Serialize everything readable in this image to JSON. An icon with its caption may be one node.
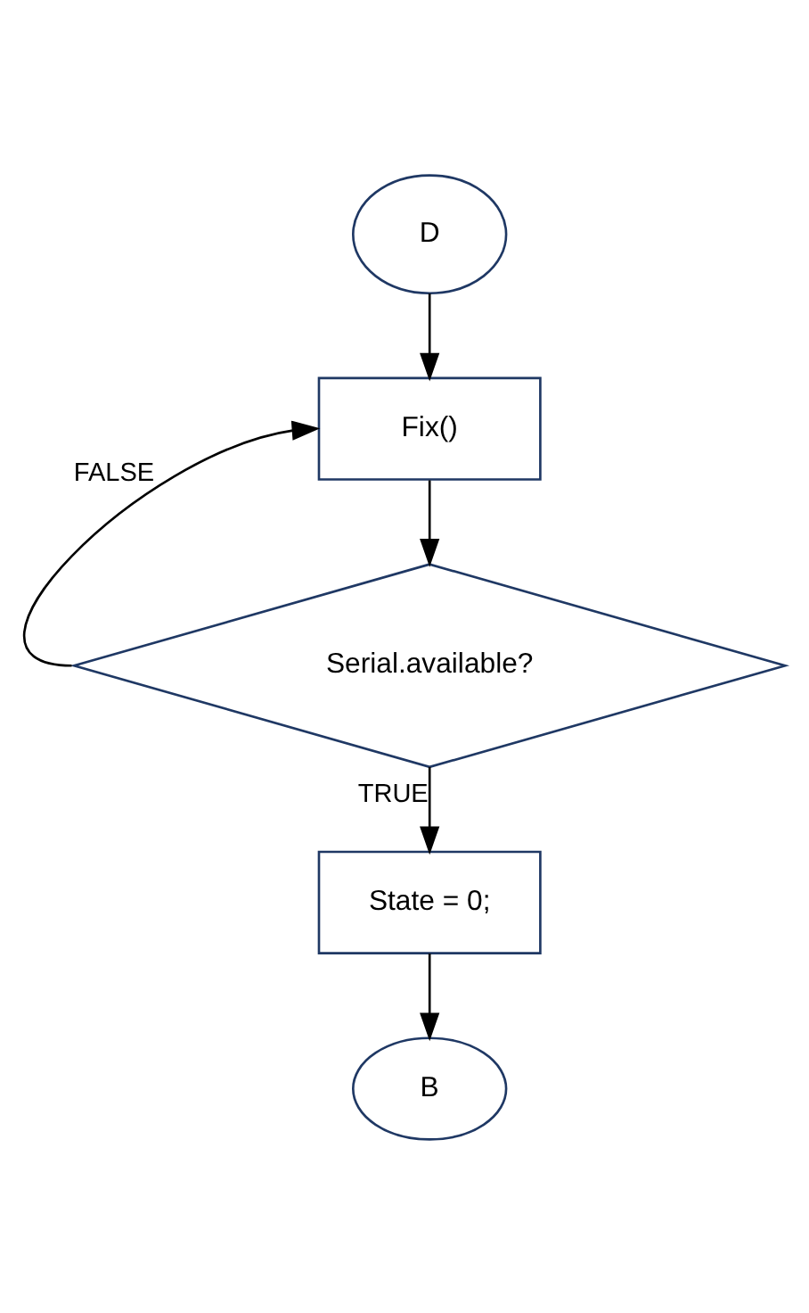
{
  "diagram": {
    "nodes": [
      {
        "text": [
          "D"
        ]
      },
      {
        "text": [
          "Fix()"
        ]
      },
      {
        "text": [
          "Serial.available?"
        ]
      },
      {
        "text": [
          "State = 0;"
        ]
      },
      {
        "text": [
          "B"
        ]
      }
    ],
    "edges": [
      {
        "from": 0,
        "to": 1,
        "arrow": "to"
      },
      {
        "from": 1,
        "to": 2,
        "arrow": "to"
      },
      {
        "from": 2,
        "to": 1,
        "arrow": "to",
        "label": "FALSE"
      },
      {
        "from": 2,
        "to": 3,
        "arrow": "to",
        "label": "TRUE"
      },
      {
        "from": 3,
        "to": 4,
        "arrow": "to"
      }
    ]
  }
}
